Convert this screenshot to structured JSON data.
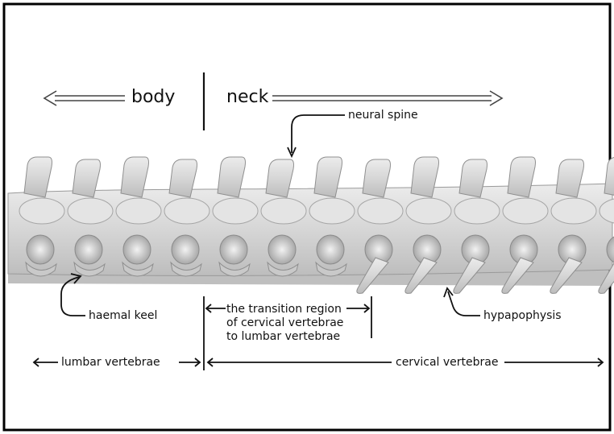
{
  "diagram": {
    "direction_left": "body",
    "direction_right": "neck",
    "labels": {
      "neural_spine": "neural spine",
      "haemal_keel": "haemal keel",
      "transition_line1": "the transition region",
      "transition_line2": "of cervical vertebrae",
      "transition_line3": "to lumbar vertebrae",
      "hypapophysis": "hypapophysis",
      "lumbar_vertebrae": "lumbar vertebrae",
      "cervical_vertebrae": "cervical vertebrae"
    },
    "colors": {
      "bone": "#dcdcdc",
      "bone_shadow": "#8a8a8a",
      "ink": "#111111"
    }
  }
}
